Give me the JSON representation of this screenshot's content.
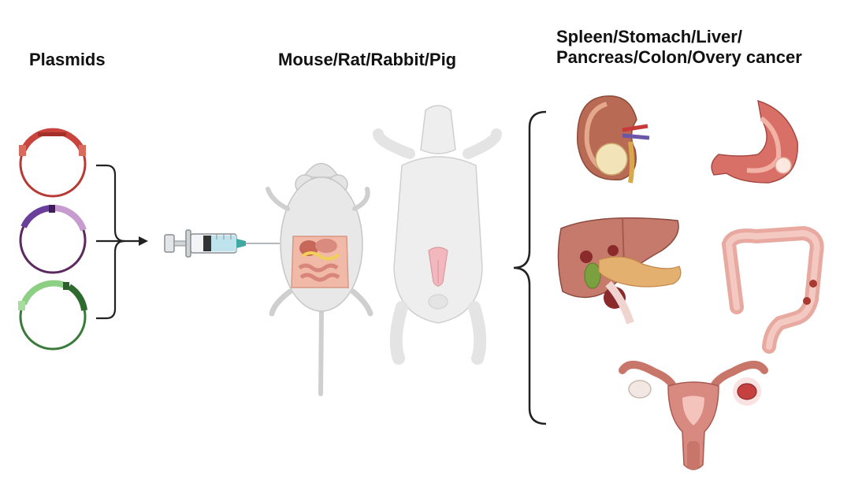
{
  "labels": {
    "plasmids": "Plasmids",
    "animals": "Mouse/Rat/Rabbit/Pig",
    "cancers_line1": "Spleen/Stomach/Liver/",
    "cancers_line2": "Pancreas/Colon/Overy cancer"
  },
  "colors": {
    "plasmid_red": "#b83a34",
    "plasmid_purple": "#5b2a5e",
    "plasmid_purple_accent": "#c79ad0",
    "plasmid_green": "#3a7a3a",
    "plasmid_green_accent": "#8ccf85",
    "arrow": "#222222",
    "animal_fill": "#e8e8e8",
    "organ_pink": "#e8a9a0"
  }
}
